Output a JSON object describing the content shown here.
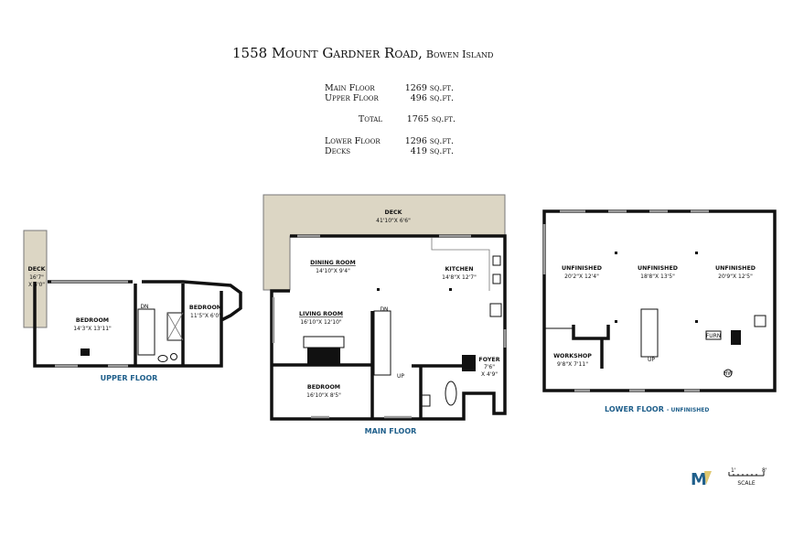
{
  "title": {
    "address": "1558 Mount Gardner Road,",
    "area": "Bowen Island"
  },
  "areas": {
    "main": {
      "label": "Main Floor",
      "value": "1269 sq.ft."
    },
    "upper": {
      "label": "Upper Floor",
      "value": "496 sq.ft."
    },
    "total": {
      "label": "Total",
      "value": "1765 sq.ft."
    },
    "lower": {
      "label": "Lower Floor",
      "value": "1296 sq.ft."
    },
    "decks": {
      "label": "Decks",
      "value": "419 sq.ft."
    }
  },
  "upper_floor": {
    "label": "UPPER FLOOR",
    "deck": {
      "name": "DECK",
      "dim1": "16'7\"",
      "dim2": "X  4'0\""
    },
    "bedroom1": {
      "name": "BEDROOM",
      "dim": "14'3\"X  13'11\""
    },
    "bedroom2": {
      "name": "BEDROOM",
      "dim": "11'5\"X  6'0\""
    },
    "stair": "DN"
  },
  "main_floor": {
    "label": "MAIN FLOOR",
    "deck": {
      "name": "DECK",
      "dim": "41'10\"X  6'6\""
    },
    "dining": {
      "name": "DINING ROOM",
      "dim": "14'10\"X  9'4\""
    },
    "kitchen": {
      "name": "KITCHEN",
      "dim": "14'8\"X  12'7\""
    },
    "living": {
      "name": "LIVING ROOM",
      "dim": "16'10\"X  12'10\""
    },
    "bedroom": {
      "name": "BEDROOM",
      "dim": "16'10\"X  8'5\""
    },
    "foyer": {
      "name": "FOYER",
      "dim1": "7'6\"",
      "dim2": "X  4'9\""
    },
    "stair_dn": "DN",
    "stair_up": "UP"
  },
  "lower_floor": {
    "label": "LOWER FLOOR",
    "label_suffix": "- UNFINISHED",
    "unf1": {
      "name": "UNFINISHED",
      "dim": "20'2\"X  12'4\""
    },
    "unf2": {
      "name": "UNFINISHED",
      "dim": "18'8\"X  13'5\""
    },
    "unf3": {
      "name": "UNFINISHED",
      "dim": "20'9\"X  12'5\""
    },
    "workshop": {
      "name": "WORKSHOP",
      "dim": "9'8\"X  7'11\""
    },
    "furn": "FURN",
    "hw": "HW",
    "stair_up": "UP"
  },
  "logo": {
    "text": "M",
    "color": "#1f5f8b",
    "accent": "#e0c870"
  },
  "scale": {
    "label": "SCALE",
    "start": "1'",
    "end": "8'"
  },
  "colors": {
    "deck": "#dcd6c4",
    "floor_label": "#1f5f8b",
    "wall": "#111111"
  }
}
